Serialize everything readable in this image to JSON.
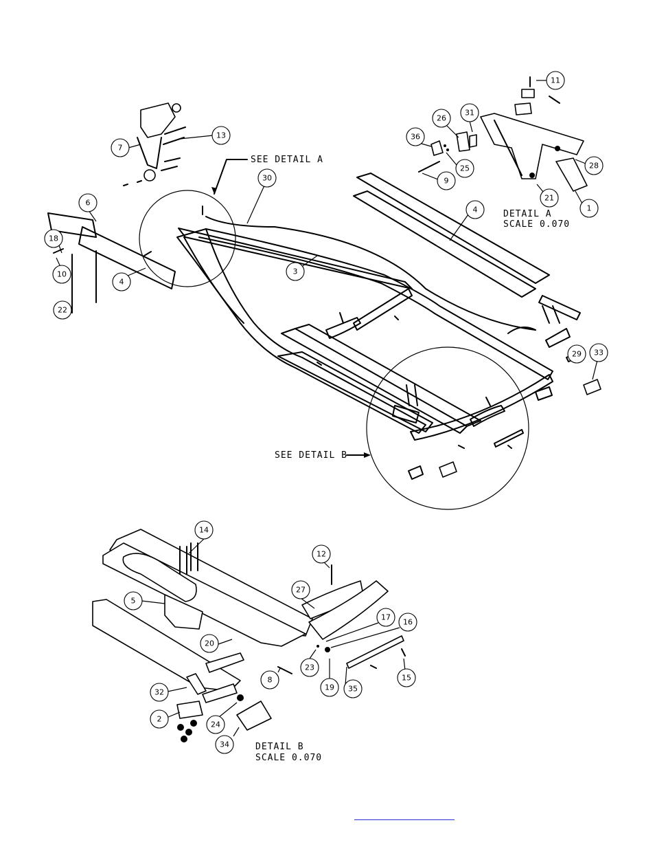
{
  "labels": {
    "see_detail_a": "SEE DETAIL  A",
    "see_detail_b": "SEE DETAIL  B",
    "detail_a_title": "DETAIL  A",
    "detail_a_scale": "SCALE  0.070",
    "detail_b_title": "DETAIL  B",
    "detail_b_scale": "SCALE  0.070"
  },
  "callouts": [
    {
      "id": "c11",
      "num": "11"
    },
    {
      "id": "c13",
      "num": "13"
    },
    {
      "id": "c7",
      "num": "7"
    },
    {
      "id": "c26",
      "num": "26"
    },
    {
      "id": "c31",
      "num": "31"
    },
    {
      "id": "c36",
      "num": "36"
    },
    {
      "id": "c25",
      "num": "25"
    },
    {
      "id": "c9",
      "num": "9"
    },
    {
      "id": "c28",
      "num": "28"
    },
    {
      "id": "c30",
      "num": "30"
    },
    {
      "id": "c21",
      "num": "21"
    },
    {
      "id": "c1",
      "num": "1"
    },
    {
      "id": "c6",
      "num": "6"
    },
    {
      "id": "c4a",
      "num": "4"
    },
    {
      "id": "c18",
      "num": "18"
    },
    {
      "id": "c10",
      "num": "10"
    },
    {
      "id": "c4b",
      "num": "4"
    },
    {
      "id": "c3",
      "num": "3"
    },
    {
      "id": "c22",
      "num": "22"
    },
    {
      "id": "c29",
      "num": "29"
    },
    {
      "id": "c33",
      "num": "33"
    },
    {
      "id": "c14",
      "num": "14"
    },
    {
      "id": "c12",
      "num": "12"
    },
    {
      "id": "c27",
      "num": "27"
    },
    {
      "id": "c5",
      "num": "5"
    },
    {
      "id": "c17",
      "num": "17"
    },
    {
      "id": "c16",
      "num": "16"
    },
    {
      "id": "c20",
      "num": "20"
    },
    {
      "id": "c23",
      "num": "23"
    },
    {
      "id": "c8",
      "num": "8"
    },
    {
      "id": "c19",
      "num": "19"
    },
    {
      "id": "c35",
      "num": "35"
    },
    {
      "id": "c15",
      "num": "15"
    },
    {
      "id": "c32",
      "num": "32"
    },
    {
      "id": "c2",
      "num": "2"
    },
    {
      "id": "c24",
      "num": "24"
    },
    {
      "id": "c34",
      "num": "34"
    }
  ],
  "colors": {
    "line": "#000000",
    "link": "#2a2ad8"
  }
}
